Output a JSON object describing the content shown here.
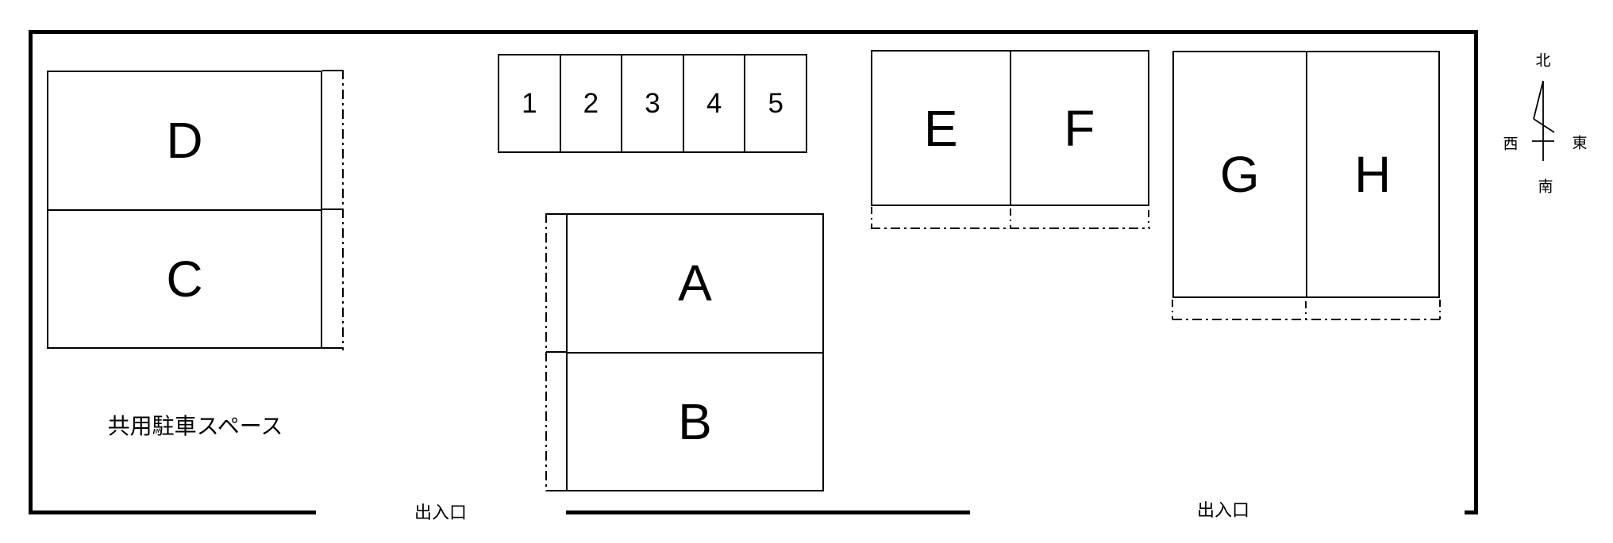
{
  "colors": {
    "line": "#000000",
    "background": "#ffffff"
  },
  "numbered_spaces": [
    "1",
    "2",
    "3",
    "4",
    "5"
  ],
  "spaces": {
    "a": "A",
    "b": "B",
    "c": "C",
    "d": "D",
    "e": "E",
    "f": "F",
    "g": "G",
    "h": "H"
  },
  "labels": {
    "shared_parking": "共用駐車スペース",
    "entrance": "出入口"
  },
  "compass": {
    "north": "北",
    "south": "南",
    "east": "東",
    "west": "西"
  }
}
